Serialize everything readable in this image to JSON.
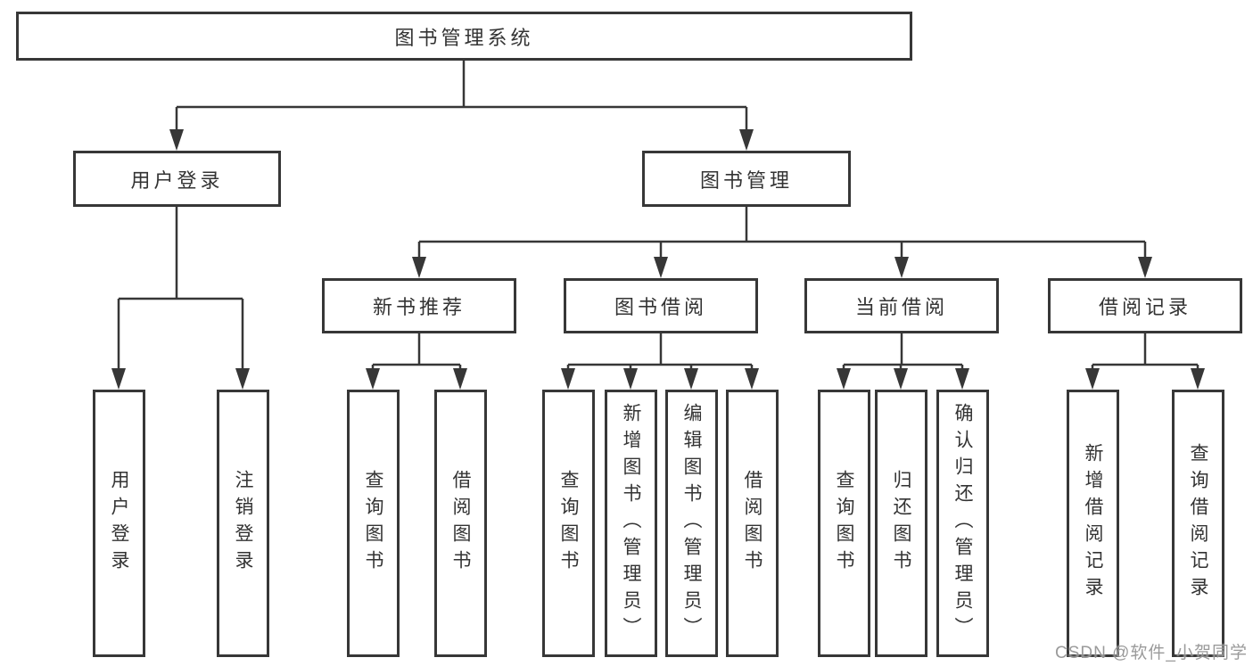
{
  "diagram": {
    "root": {
      "label": "图书管理系统"
    },
    "branches": [
      {
        "label": "用户登录",
        "children": [
          {
            "label": "用户登录"
          },
          {
            "label": "注销登录"
          }
        ]
      },
      {
        "label": "图书管理",
        "children": [
          {
            "label": "新书推荐",
            "children": [
              {
                "label": "查询图书"
              },
              {
                "label": "借阅图书"
              }
            ]
          },
          {
            "label": "图书借阅",
            "children": [
              {
                "label": "查询图书"
              },
              {
                "label": "新增图书（管理员）"
              },
              {
                "label": "编辑图书（管理员）"
              },
              {
                "label": "借阅图书"
              }
            ]
          },
          {
            "label": "当前借阅",
            "children": [
              {
                "label": "查询图书"
              },
              {
                "label": "归还图书"
              },
              {
                "label": "确认归还（管理员）"
              }
            ]
          },
          {
            "label": "借阅记录",
            "children": [
              {
                "label": "新增借阅记录"
              },
              {
                "label": "查询借阅记录"
              }
            ]
          }
        ]
      }
    ],
    "watermark": {
      "text": "CSDN @软件_小贺同学"
    },
    "colors": {
      "line": "#373737",
      "border": "#373737",
      "text": "#333333",
      "box_fill": "#ffffff",
      "watermark": "#8c8c8c",
      "background": "#ffffff"
    }
  }
}
